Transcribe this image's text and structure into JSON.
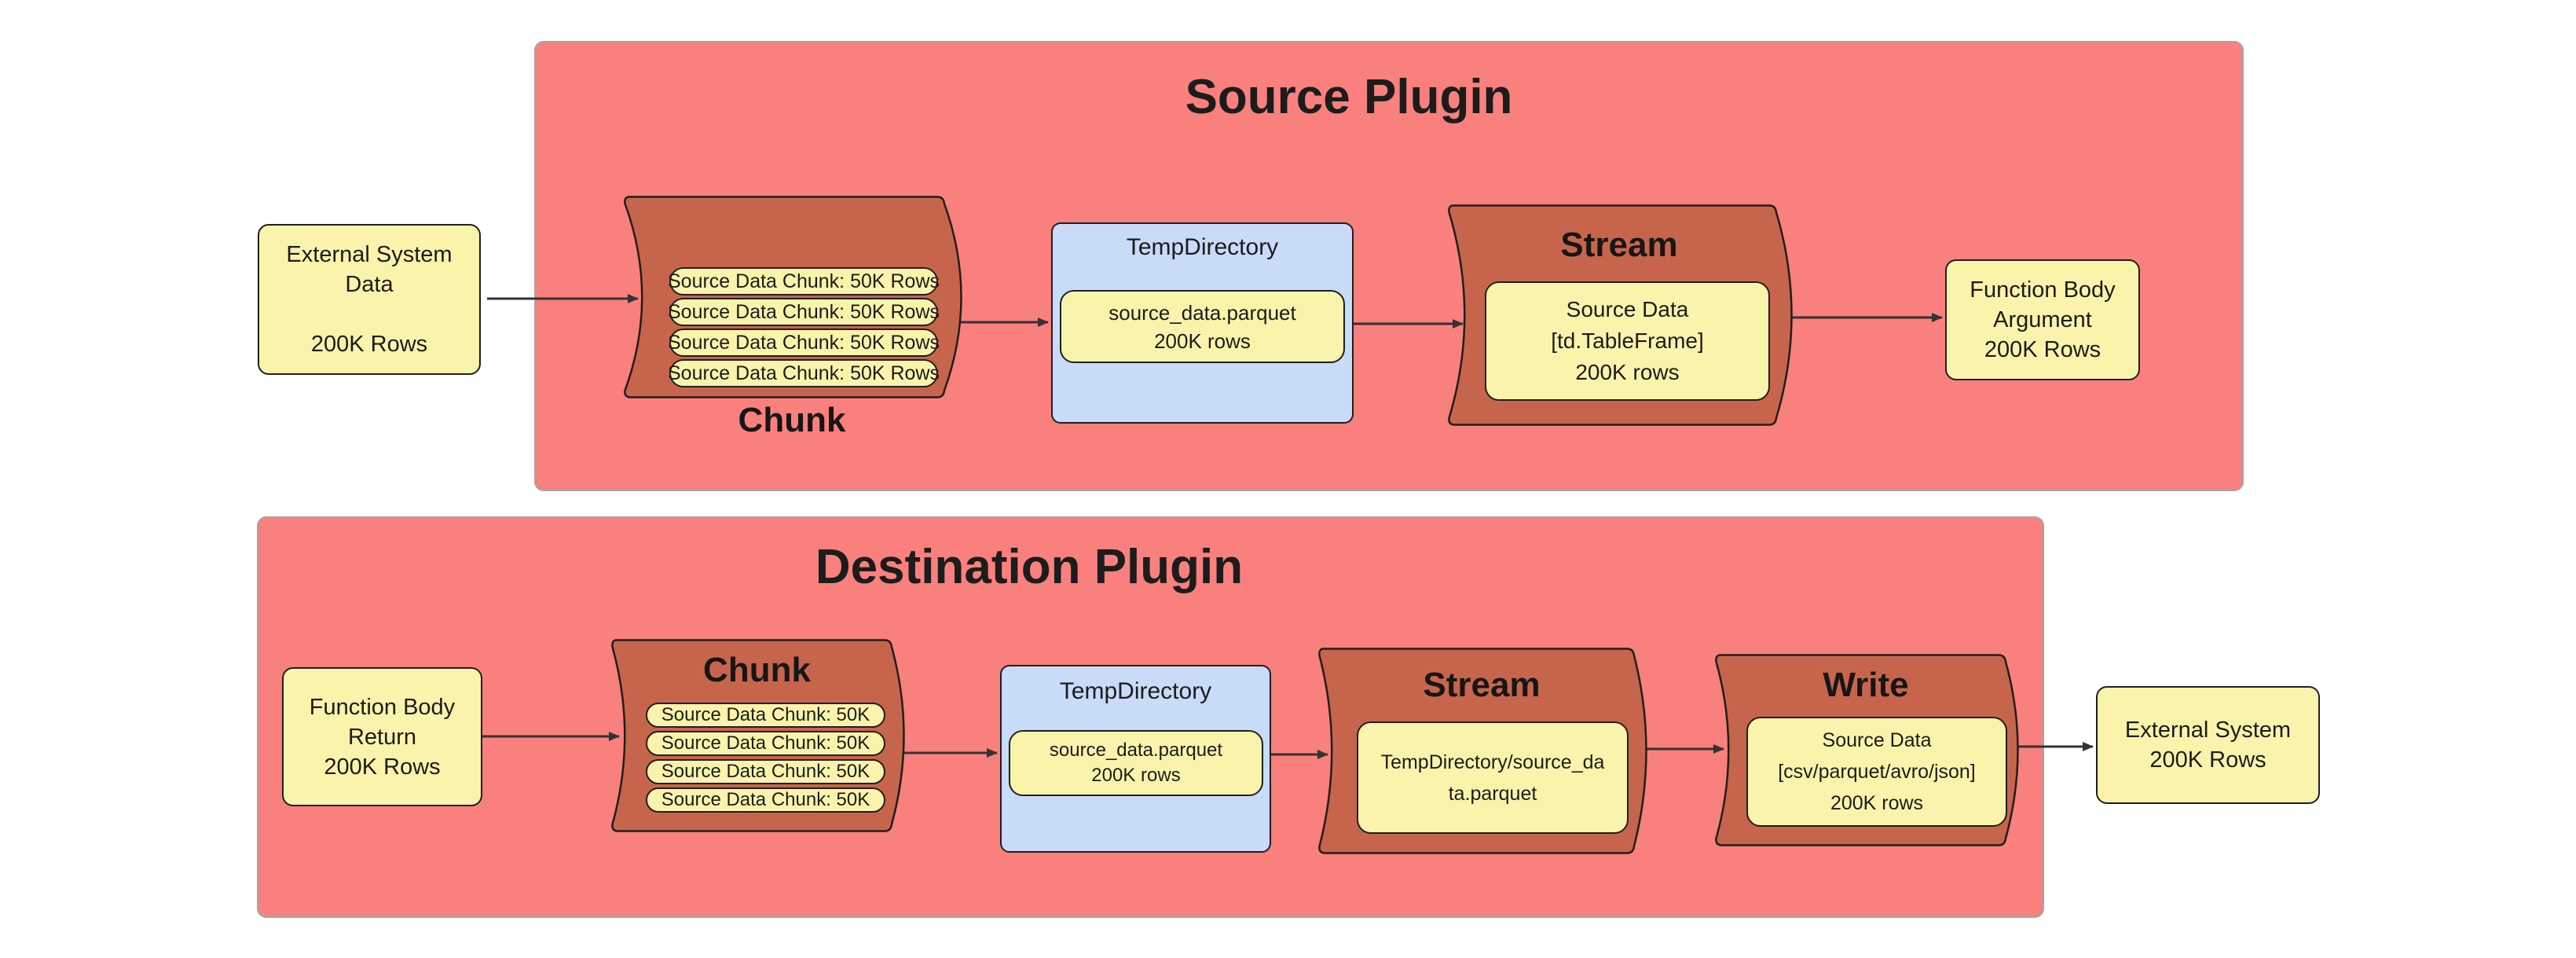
{
  "colors": {
    "plugin_fill": "#f9807d",
    "plugin_stroke": "#a6a6a6",
    "stage_fill": "#c7654c",
    "note_fill": "#faf3ab",
    "dir_fill": "#c8dbf8",
    "line_stroke": "#1f1f1f",
    "arrow": "#333333"
  },
  "source": {
    "title": "Source Plugin",
    "input": {
      "lines": [
        "External System",
        "Data",
        "",
        "200K Rows"
      ]
    },
    "chunk": {
      "label": "Chunk",
      "pills": [
        "Source Data Chunk: 50K Rows",
        "Source Data Chunk: 50K Rows",
        "Source Data Chunk: 50K Rows",
        "Source Data Chunk: 50K Rows"
      ]
    },
    "temp_directory": {
      "label": "TempDirectory",
      "file_lines": [
        "source_data.parquet",
        "200K rows"
      ]
    },
    "stream": {
      "label": "Stream",
      "box_lines": [
        "Source Data",
        "[td.TableFrame]",
        "200K rows"
      ]
    },
    "output": {
      "lines": [
        "Function Body",
        "Argument",
        "200K Rows"
      ]
    }
  },
  "destination": {
    "title": "Destination Plugin",
    "input": {
      "lines": [
        "Function Body",
        "Return",
        "200K Rows"
      ]
    },
    "chunk": {
      "label": "Chunk",
      "pills": [
        "Source Data Chunk: 50K",
        "Source Data Chunk: 50K",
        "Source Data Chunk: 50K",
        "Source Data Chunk: 50K"
      ]
    },
    "temp_directory": {
      "label": "TempDirectory",
      "file_lines": [
        "source_data.parquet",
        "200K rows"
      ]
    },
    "stream": {
      "label": "Stream",
      "box_lines": [
        "TempDirectory/source_da",
        "ta.parquet"
      ]
    },
    "write": {
      "label": "Write",
      "box_lines": [
        "Source Data",
        "[csv/parquet/avro/json]",
        "200K rows"
      ]
    },
    "output": {
      "lines": [
        "External System",
        "200K Rows"
      ]
    }
  }
}
